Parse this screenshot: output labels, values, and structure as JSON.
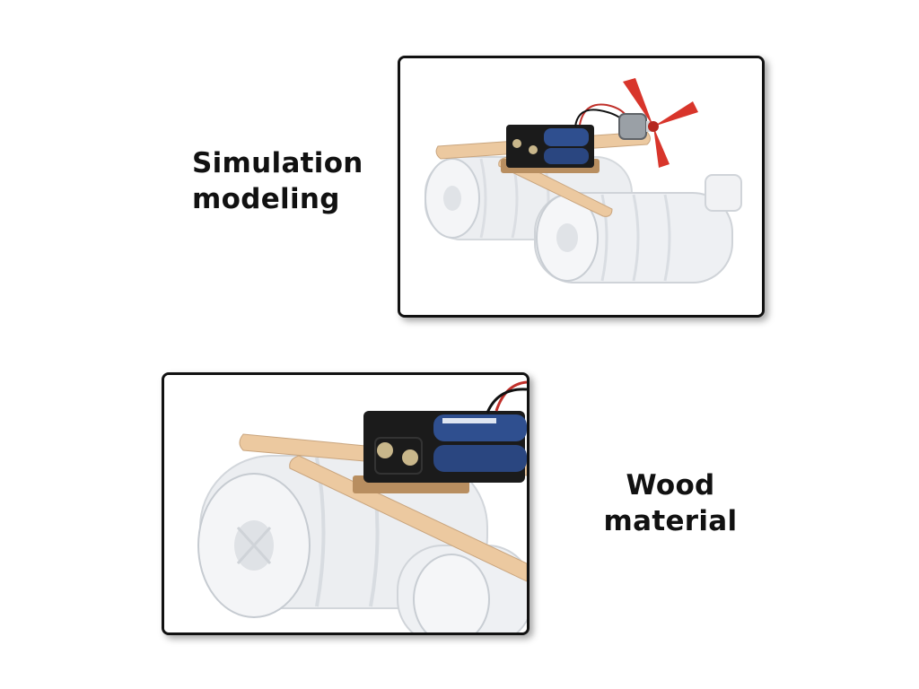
{
  "captions": {
    "top": {
      "line1": "Simulation",
      "line2": "modeling"
    },
    "bottom": {
      "line1": "Wood",
      "line2": "material"
    }
  },
  "panels": {
    "top": {
      "icon": "boat-model-photo"
    },
    "bottom": {
      "icon": "boat-model-closeup-photo"
    }
  },
  "colors": {
    "border": "#111111",
    "wood": "#e9c9a3",
    "propeller": "#d8352b",
    "battery_holder": "#1a1a1a",
    "bottle": "#e8eaed"
  }
}
